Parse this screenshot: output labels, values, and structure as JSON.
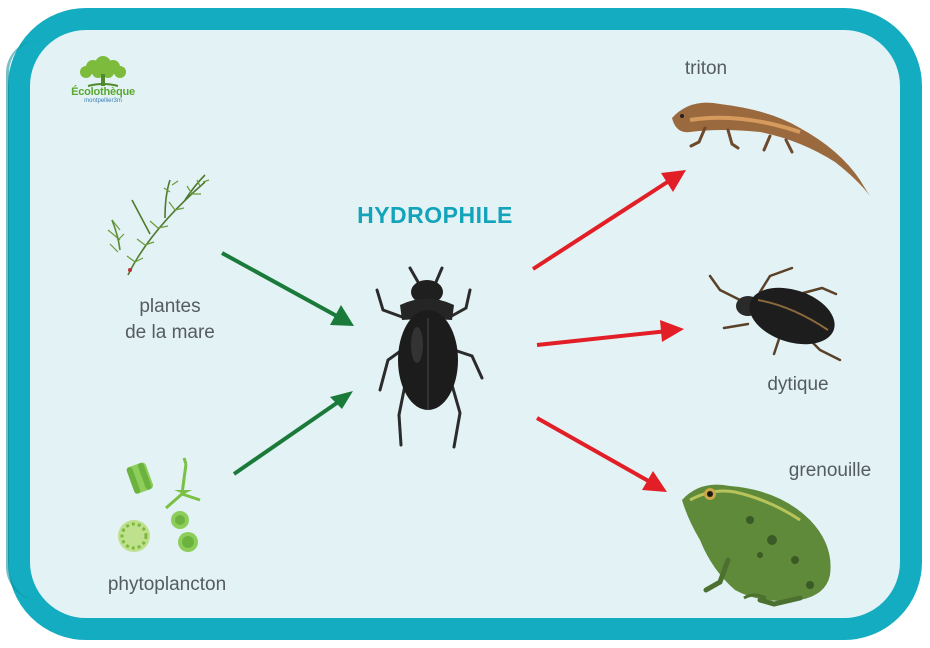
{
  "title": "HYDROPHILE",
  "logo": {
    "name": "Écolothèque",
    "subtitle": "montpellier3m"
  },
  "labels": {
    "plants": "plantes",
    "plants_line2": "de la mare",
    "phytoplankton": "phytoplancton",
    "newt": "triton",
    "diving_beetle": "dytique",
    "frog": "grenouille"
  },
  "colors": {
    "frame": "#13acc0",
    "background": "#e3f2f5",
    "title": "#13a3ba",
    "prey_arrow": "#1a7a3a",
    "predator_arrow": "#e21f26"
  }
}
